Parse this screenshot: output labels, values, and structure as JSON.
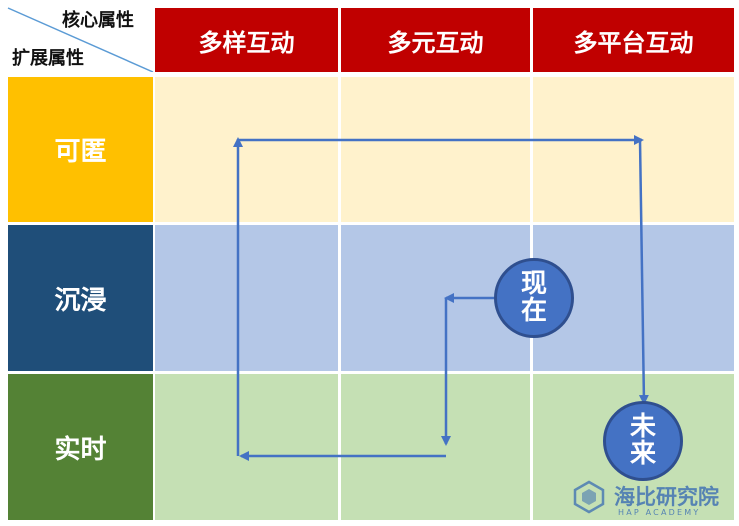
{
  "corner": {
    "top_label": "核心属性",
    "bottom_label": "扩展属性"
  },
  "columns": [
    "多样互动",
    "多元互动",
    "多平台互动"
  ],
  "rows": [
    "可匿",
    "沉浸",
    "实时"
  ],
  "markers": {
    "now": [
      "现",
      "在"
    ],
    "future": [
      "未",
      "来"
    ]
  },
  "watermark": {
    "name": "海比研究院",
    "subtitle": "HAP ACADEMY"
  },
  "colors": {
    "header_red": "#c00000",
    "row_yellow": "#ffc000",
    "row_navy": "#1f4e79",
    "row_green": "#548235",
    "cell_yellow": "#fff2cc",
    "cell_blue": "#b4c7e7",
    "cell_green": "#c5e0b4",
    "arrow_blue": "#4472c4"
  }
}
